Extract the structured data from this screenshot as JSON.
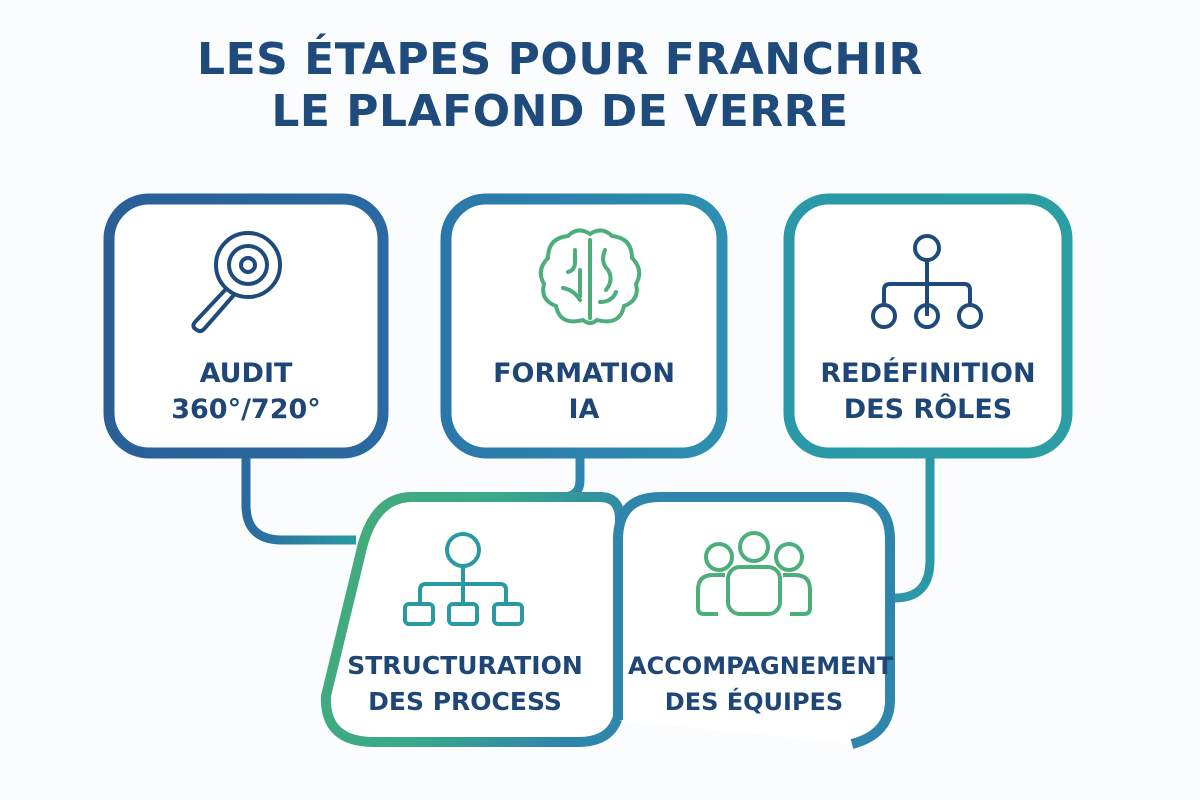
{
  "title": {
    "line1": "LES ÉTAPES POUR FRANCHIR",
    "line2": "LE PLAFOND DE VERRE"
  },
  "colors": {
    "title": "#1f4a7c",
    "label": "#1e4676",
    "blue_dark": "#2a5f98",
    "blue_mid": "#2e86ad",
    "teal": "#2a9ba3",
    "green": "#45ad78",
    "icon_navy": "#1f4a7c",
    "icon_green": "#4cae7a",
    "icon_teal": "#2a9aa2"
  },
  "steps": [
    {
      "id": "audit",
      "icon": "magnifier-target-icon",
      "line1": "AUDIT",
      "line2": "360°/720°"
    },
    {
      "id": "formation",
      "icon": "brain-icon",
      "line1": "FORMATION",
      "line2": "IA"
    },
    {
      "id": "redefinition",
      "icon": "org-chart-icon",
      "line1": "REDÉFINITION",
      "line2": "DES RÔLES"
    },
    {
      "id": "structuration",
      "icon": "process-hierarchy-icon",
      "line1": "STRUCTURATION",
      "line2": "DES PROCESS"
    },
    {
      "id": "accompagnement",
      "icon": "team-icon",
      "line1": "ACCOMPAGNEMENT",
      "line2": "DES ÉQUIPES"
    }
  ]
}
